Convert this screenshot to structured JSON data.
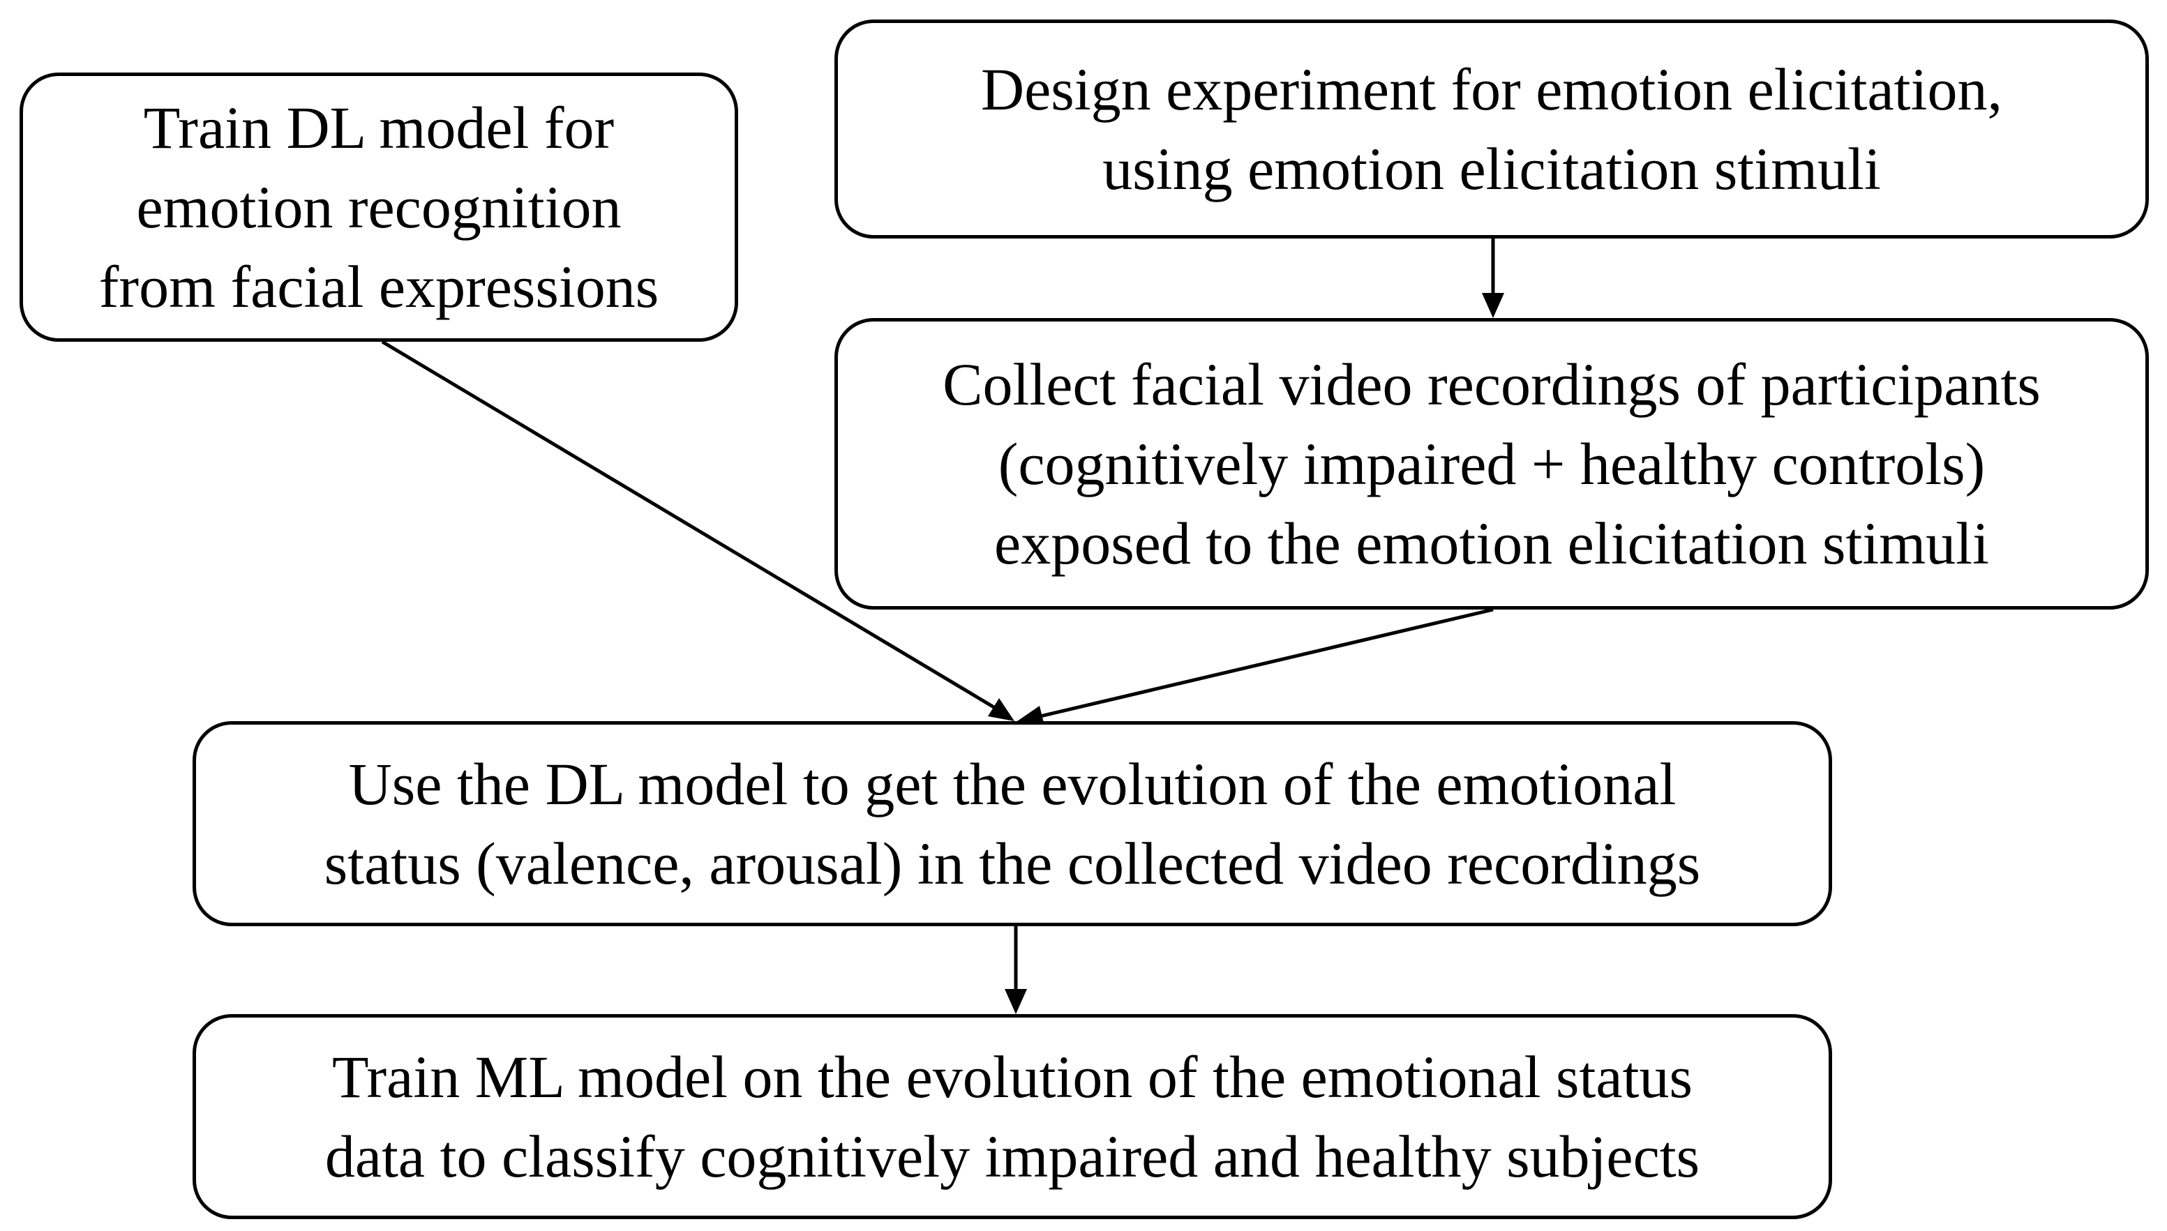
{
  "nodes": {
    "train_dl": {
      "lines": [
        "Train DL model for",
        "emotion recognition",
        "from facial expressions"
      ]
    },
    "design": {
      "lines": [
        "Design experiment for emotion elicitation,",
        "using emotion elicitation stimuli"
      ]
    },
    "collect": {
      "lines": [
        "Collect facial video recordings of participants",
        "(cognitively impaired + healthy controls)",
        "exposed to the emotion elicitation stimuli"
      ]
    },
    "use_dl": {
      "lines": [
        "Use the DL model to get the evolution of the emotional",
        "status (valence, arousal) in the collected video recordings"
      ]
    },
    "train_ml": {
      "lines": [
        "Train ML model on the evolution of the emotional status",
        "data to classify cognitively impaired and healthy subjects"
      ]
    }
  },
  "edges": [
    {
      "from": "design",
      "to": "collect"
    },
    {
      "from": "train_dl",
      "to": "use_dl"
    },
    {
      "from": "collect",
      "to": "use_dl"
    },
    {
      "from": "use_dl",
      "to": "train_ml"
    }
  ]
}
